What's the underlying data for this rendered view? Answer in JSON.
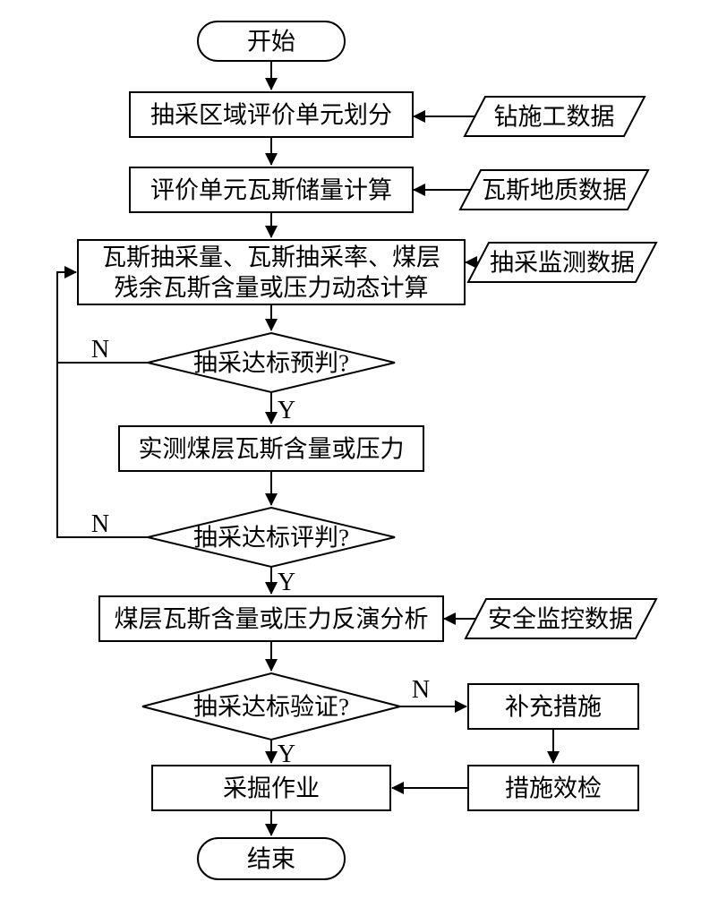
{
  "nodes": {
    "start": "开始",
    "unit_division": "抽采区域评价单元划分",
    "reserve_calc": "评价单元瓦斯储量计算",
    "dynamic_calc_line1": "瓦斯抽采量、瓦斯抽采率、煤层",
    "dynamic_calc_line2": "残余瓦斯含量或压力动态计算",
    "prejudge": "抽采达标预判?",
    "measured": "实测煤层瓦斯含量或压力",
    "evaluate": "抽采达标评判?",
    "inversion": "煤层瓦斯含量或压力反演分析",
    "verify": "抽采达标验证?",
    "supplement": "补充措施",
    "effect_check": "措施效检",
    "mining": "采掘作业",
    "end": "结束"
  },
  "data_inputs": {
    "drilling": "钻施工数据",
    "geology": "瓦斯地质数据",
    "monitoring": "抽采监测数据",
    "safety": "安全监控数据"
  },
  "branches": {
    "prejudge_no": "N",
    "prejudge_yes": "Y",
    "evaluate_no": "N",
    "evaluate_yes": "Y",
    "verify_no": "N",
    "verify_yes": "Y"
  },
  "colors": {
    "stroke": "#000000",
    "fill": "#ffffff",
    "text": "#000000",
    "background": "#ffffff"
  }
}
